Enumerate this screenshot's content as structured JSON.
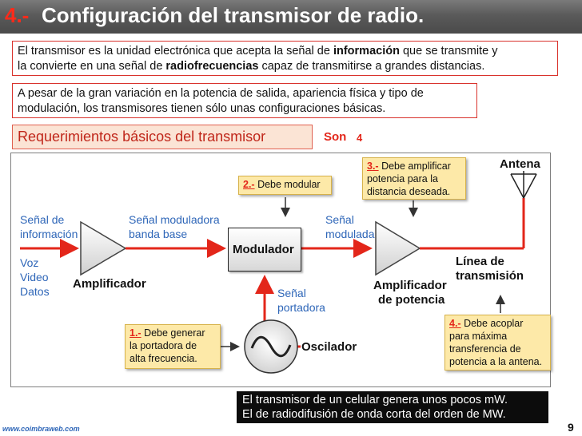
{
  "title": {
    "number": "4.-",
    "text": "Configuración del transmisor de radio."
  },
  "intro": {
    "line1_a": "El transmisor es la unidad electrónica que acepta la señal de ",
    "line1_b": "información",
    "line1_c": " que se transmite y",
    "line2_a": "la convierte en una señal de ",
    "line2_b": "radiofrecuencias",
    "line2_c": " capaz de transmitirse a grandes distancias."
  },
  "variation": {
    "line1": "A pesar de la gran variación en la potencia de salida, apariencia física y tipo de",
    "line2": "modulación, los transmisores tienen sólo unas configuraciones básicas."
  },
  "requirements": {
    "label": "Requerimientos básicos del transmisor",
    "son": "Son",
    "count": "4"
  },
  "diagram": {
    "info_signal": [
      "Señal  de",
      "información"
    ],
    "info_types": [
      "Voz",
      "Video",
      "Datos"
    ],
    "amplificador": "Amplificador",
    "baseband": [
      "Señal  moduladora",
      "banda base"
    ],
    "modulador": "Modulador",
    "modulated": [
      "Señal",
      "modulada"
    ],
    "carrier": [
      "Señal",
      "portadora"
    ],
    "oscilador": "Oscilador",
    "power_amp": [
      "Amplificador",
      "de potencia"
    ],
    "antenna": "Antena",
    "line": [
      "Línea de",
      "transmisión"
    ],
    "notes": [
      {
        "num": "1.-",
        "text_a": " Debe generar",
        "text_b": "la portadora de",
        "text_c": "alta frecuencia."
      },
      {
        "num": "2.-",
        "text_a": " Debe modular"
      },
      {
        "num": "3.-",
        "text_a": " Debe amplificar",
        "text_b": "potencia para la",
        "text_c": "distancia deseada."
      },
      {
        "num": "4.-",
        "text_a": " Debe acoplar",
        "text_b": "para máxima",
        "text_c": "transferencia de",
        "text_d": "potencia a la antena."
      }
    ]
  },
  "footer_note": {
    "line1": "El transmisor de un celular genera unos pocos mW.",
    "line2": "El de radiodifusión de onda corta del orden de MW."
  },
  "site": "www.coimbraweb.com",
  "page_number": "9",
  "colors": {
    "accent_red": "#d9322c",
    "blue_text": "#2e66b8",
    "note_yellow": "#fde9a8"
  }
}
